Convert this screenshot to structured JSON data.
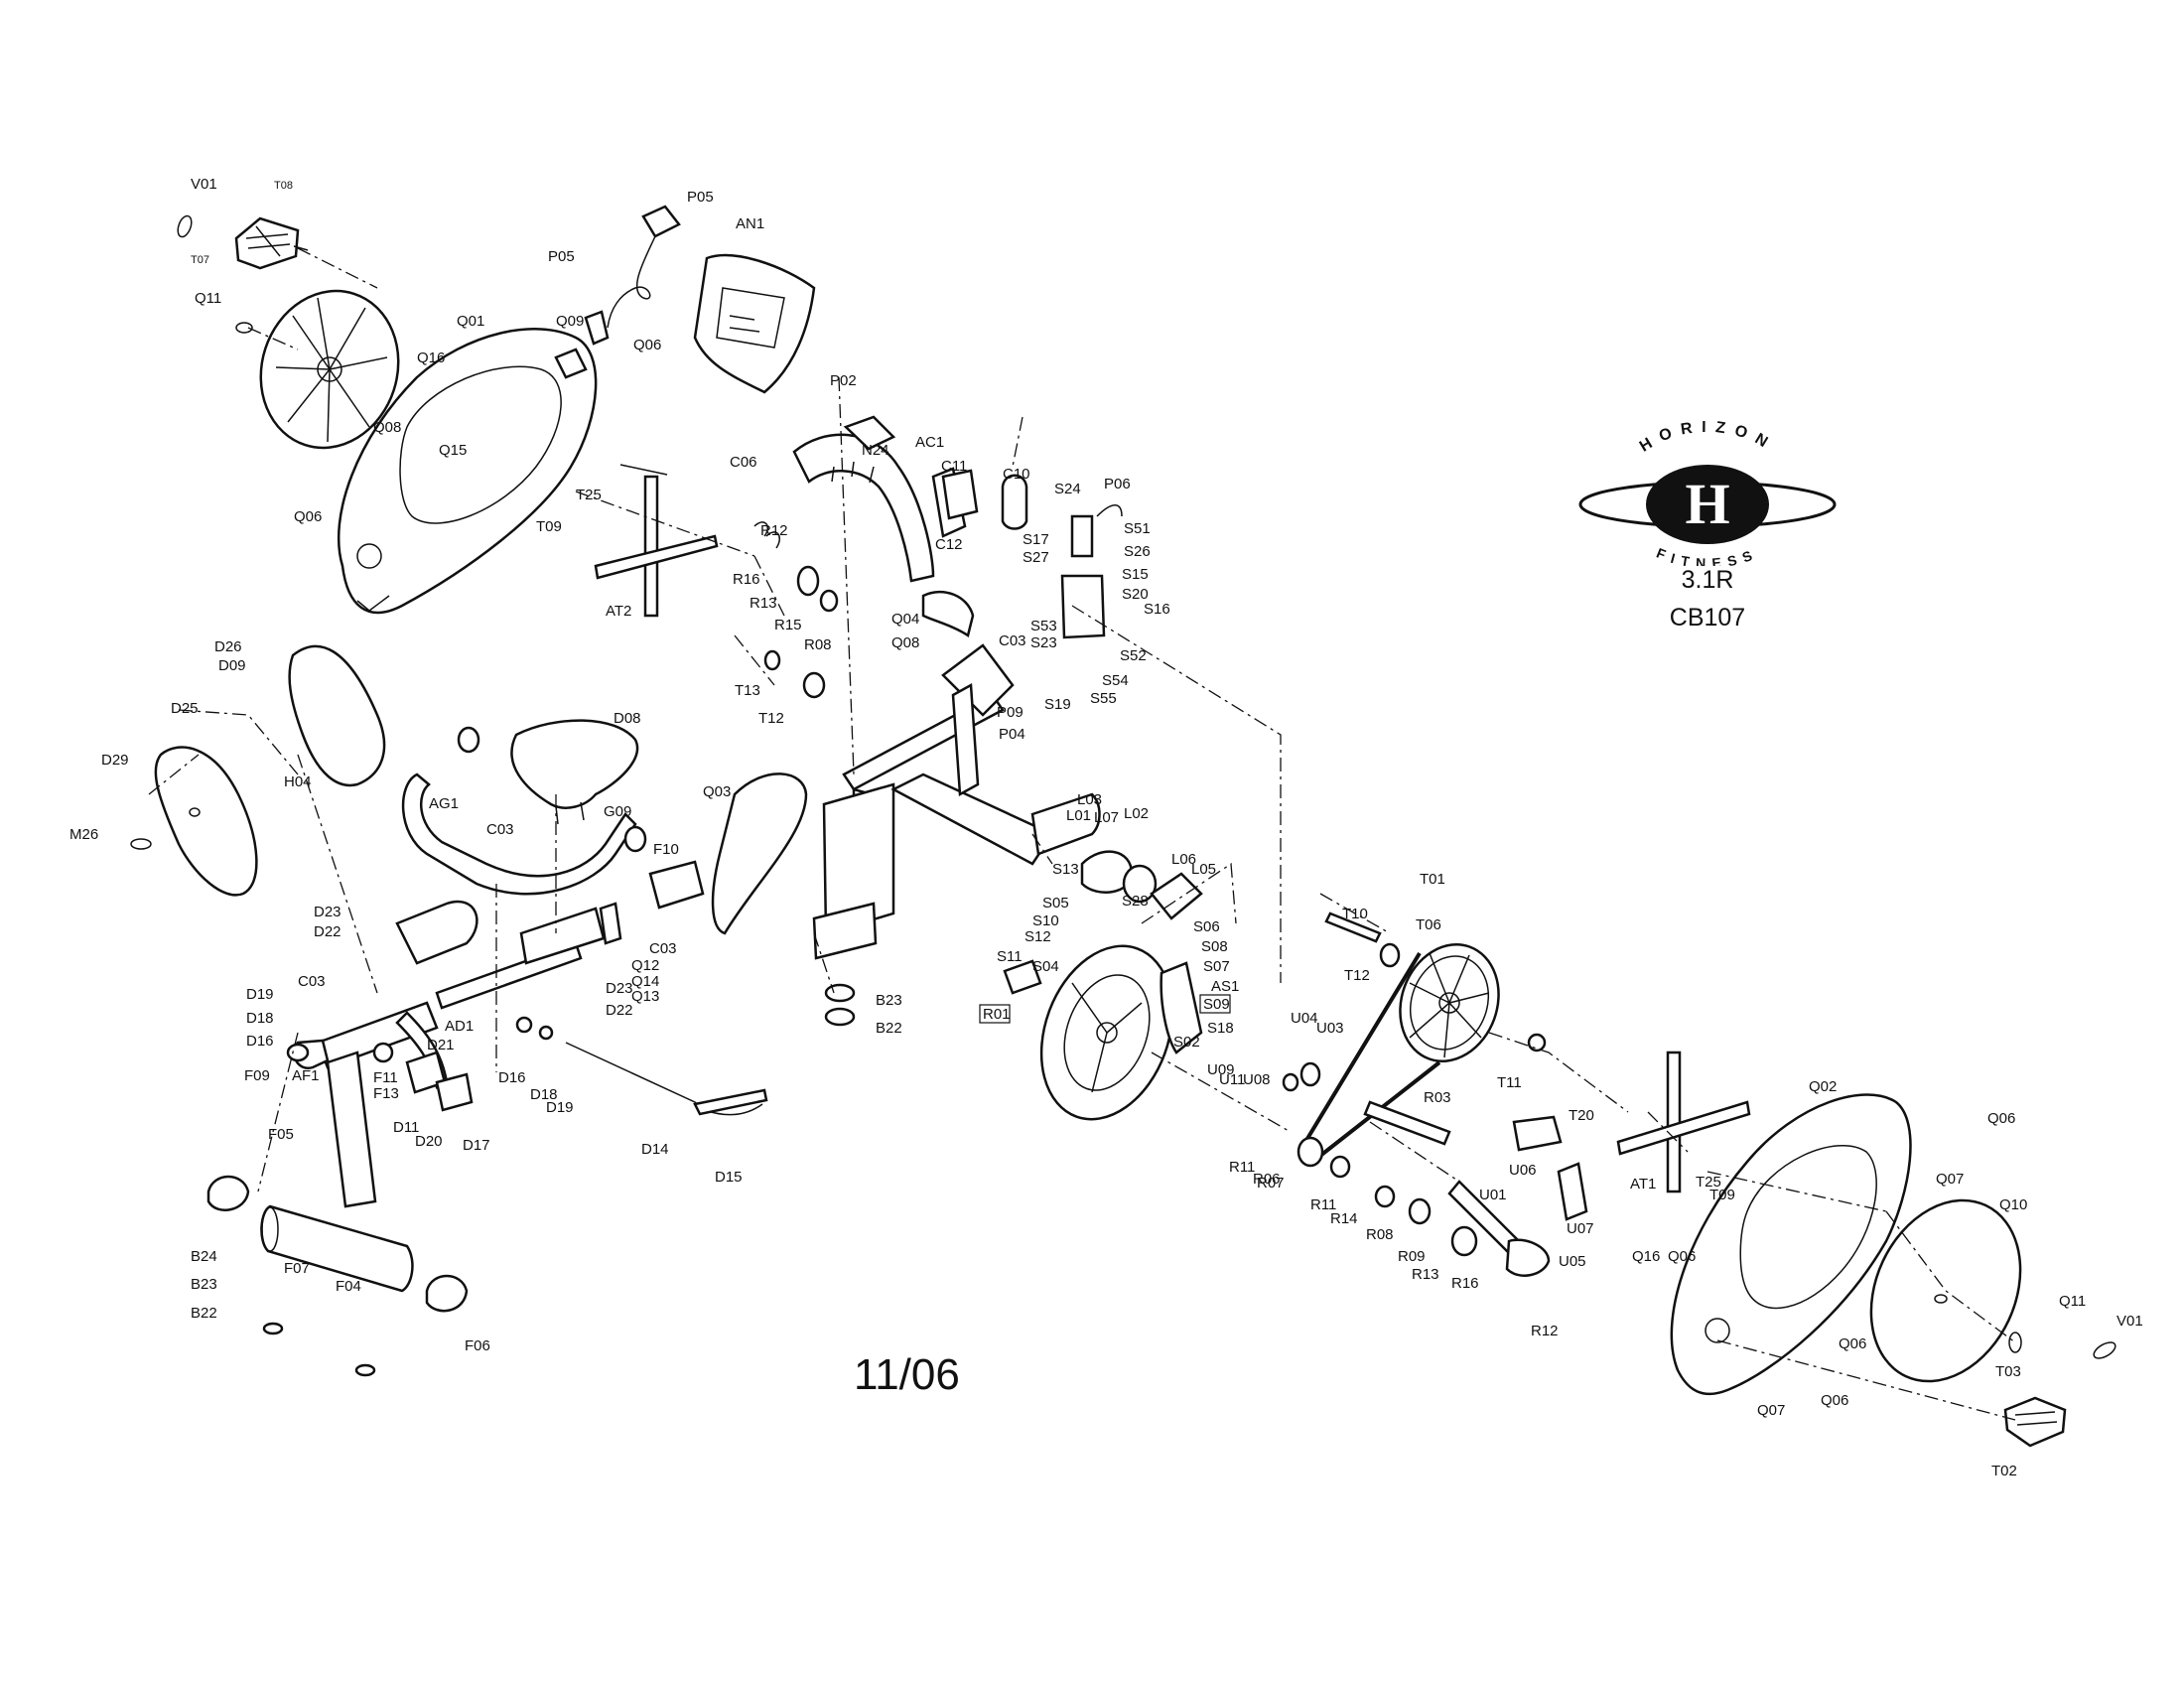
{
  "brand": {
    "top_text": "HORIZON",
    "bottom_text": "FITNESS",
    "monogram": "H",
    "model": "3.1R",
    "code": "CB107"
  },
  "date": "11/06",
  "callouts": [
    "V01",
    "T08",
    "T07",
    "Q11",
    "P05",
    "P05",
    "AN1",
    "Q01",
    "Q09",
    "Q06",
    "Q16",
    "Q08",
    "Q15",
    "Q06",
    "T25",
    "T09",
    "P02",
    "N24",
    "AC1",
    "C06",
    "C11",
    "C10",
    "S24",
    "P06",
    "C12",
    "S17",
    "S51",
    "S27",
    "S26",
    "S15",
    "S20",
    "S16",
    "R12",
    "R16",
    "R13",
    "R15",
    "R08",
    "Q04",
    "Q08",
    "C03",
    "S53",
    "S23",
    "S52",
    "S54",
    "S19",
    "S55",
    "T13",
    "T12",
    "AT2",
    "P09",
    "P04",
    "D26",
    "D09",
    "D25",
    "D29",
    "H04",
    "M26",
    "D08",
    "AG1",
    "C03",
    "G09",
    "F10",
    "Q03",
    "L03",
    "L01",
    "L07",
    "L02",
    "L06",
    "L05",
    "S13",
    "S05",
    "S10",
    "S12",
    "S11",
    "S28",
    "S06",
    "S04",
    "S08",
    "S07",
    "AS1",
    "R01",
    "S09",
    "S18",
    "S02",
    "T10",
    "T01",
    "T06",
    "T12",
    "U04",
    "U03",
    "U09",
    "U11",
    "U08",
    "R03",
    "T11",
    "D23",
    "D22",
    "C03",
    "Q12",
    "Q14",
    "Q13",
    "C03",
    "D23",
    "D22",
    "D19",
    "D18",
    "D16",
    "AD1",
    "D21",
    "F09",
    "AF1",
    "F11",
    "F13",
    "D11",
    "D20",
    "D17",
    "D16",
    "D18",
    "D19",
    "D14",
    "D15",
    "F05",
    "B23",
    "B22",
    "B24",
    "B23",
    "B22",
    "F07",
    "F04",
    "F06",
    "R11",
    "R06",
    "R07",
    "R11",
    "R14",
    "R08",
    "U01",
    "U06",
    "U07",
    "R09",
    "R13",
    "R16",
    "U05",
    "R12",
    "T20",
    "AT1",
    "T25",
    "T09",
    "Q02",
    "Q06",
    "Q07",
    "Q10",
    "Q16",
    "Q06",
    "Q11",
    "V01",
    "Q06",
    "Q07",
    "Q06",
    "T03",
    "T02"
  ]
}
